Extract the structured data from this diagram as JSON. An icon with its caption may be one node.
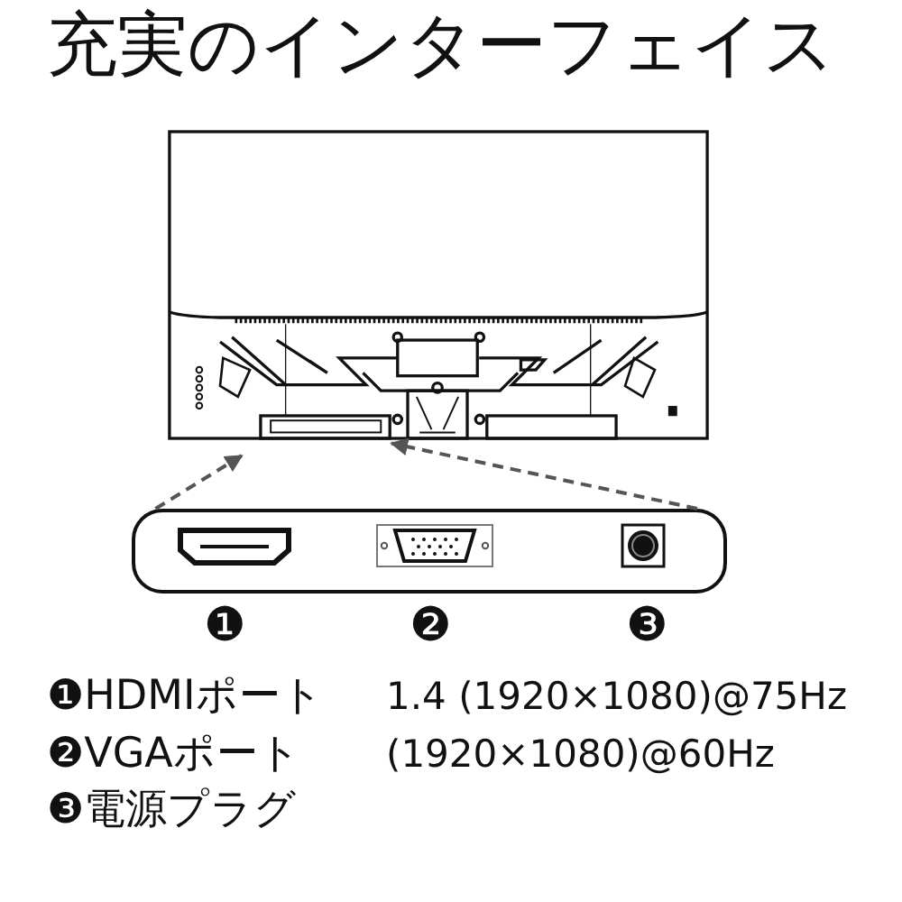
{
  "diagram": {
    "title": "充実のインターフェイス",
    "nodes": [
      {
        "text": [],
        "shape": "picture"
      },
      {
        "text": [],
        "shape": "box"
      }
    ],
    "edges": [
      {
        "from": 1,
        "to": 0,
        "arrow": "to",
        "style": "dashed"
      },
      {
        "from": 1,
        "to": 0,
        "arrow": "to",
        "style": "dashed"
      }
    ],
    "labels": [
      "❶",
      "❷",
      "❸",
      "❶HDMIポート",
      "1.4 (1920×1080)@75Hz",
      "❷VGAポート",
      "(1920×1080)@60Hz",
      "❸電源プラグ"
    ]
  }
}
